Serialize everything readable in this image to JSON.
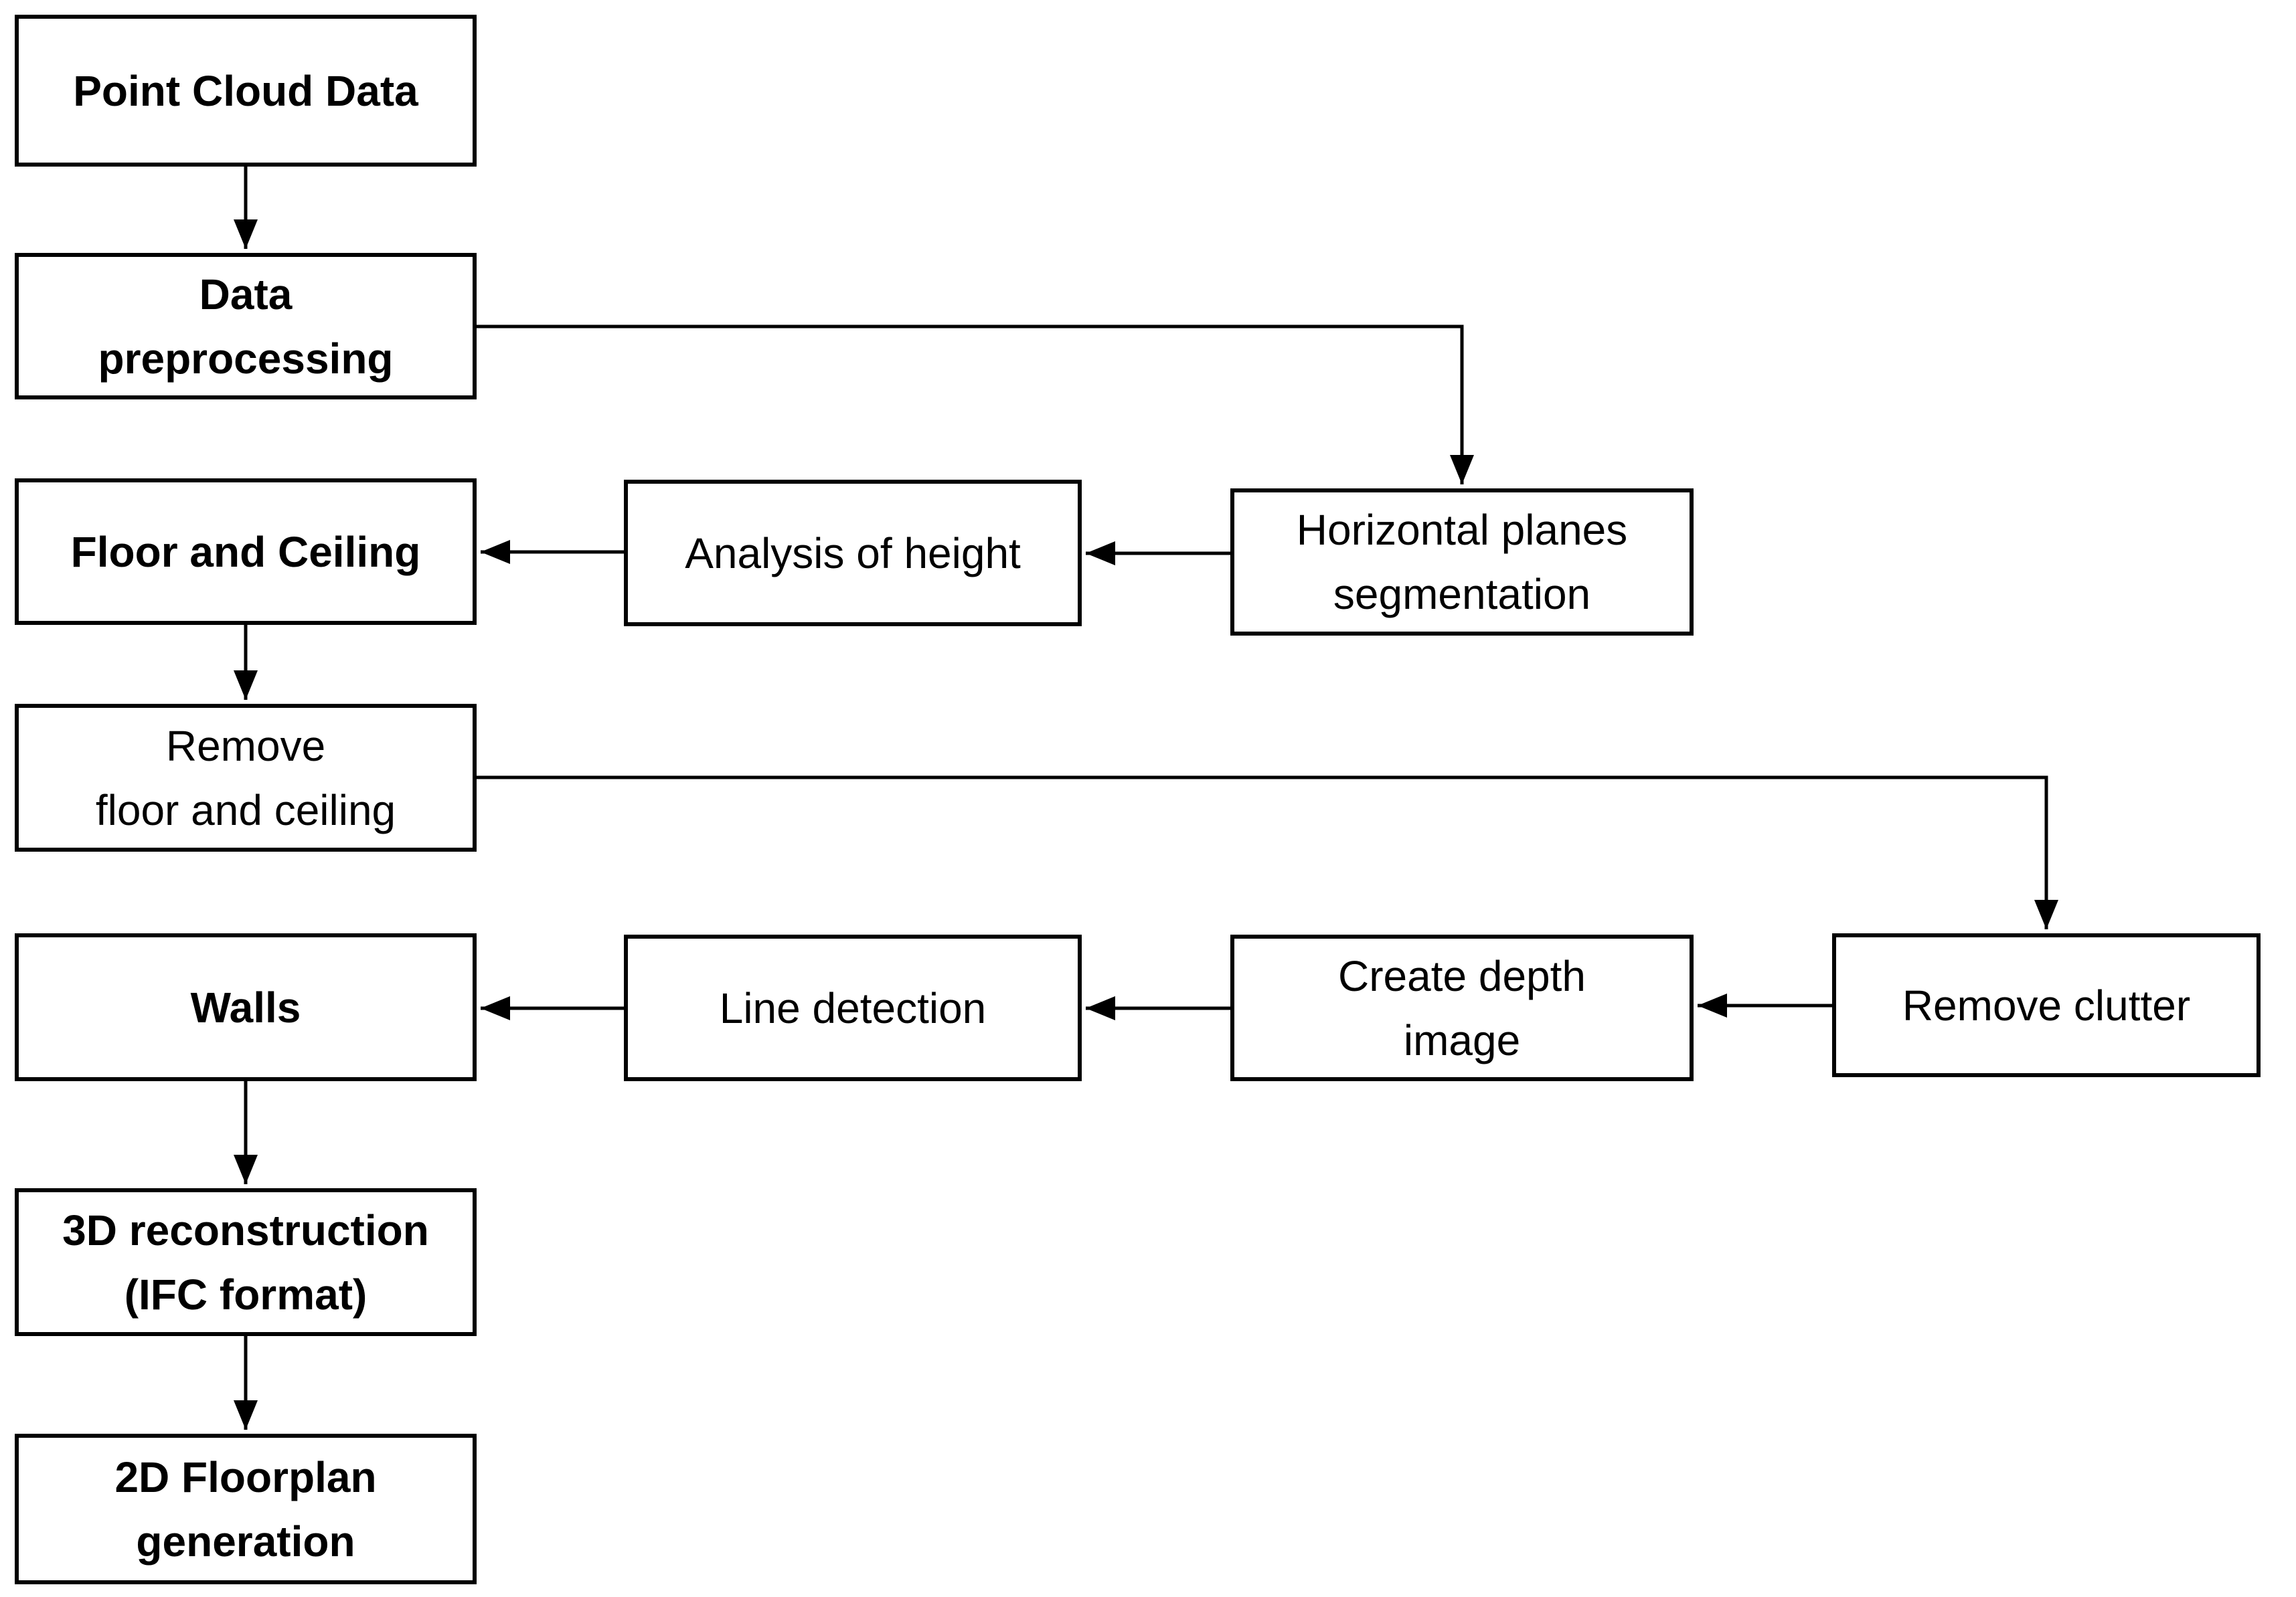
{
  "diagram": {
    "type": "flowchart",
    "background": "#ffffff",
    "box_fill": "#ffffff",
    "box_border_color": "#000000",
    "text_color": "#000000",
    "nodes": {
      "point_cloud_data": {
        "label": "Point Cloud Data",
        "emphasis": "bold"
      },
      "data_preprocessing": {
        "label": "Data\npreprocessing",
        "emphasis": "bold"
      },
      "horizontal_planes_segmentation": {
        "label": "Horizontal planes\nsegmentation",
        "emphasis": "regular"
      },
      "analysis_of_height": {
        "label": "Analysis of height",
        "emphasis": "regular"
      },
      "floor_and_ceiling": {
        "label": "Floor and Ceiling",
        "emphasis": "bold"
      },
      "remove_floor_and_ceiling": {
        "label": "Remove\nfloor and ceiling",
        "emphasis": "regular"
      },
      "remove_clutter": {
        "label": "Remove clutter",
        "emphasis": "regular"
      },
      "create_depth_image": {
        "label": "Create depth\nimage",
        "emphasis": "regular"
      },
      "line_detection": {
        "label": "Line detection",
        "emphasis": "regular"
      },
      "walls": {
        "label": "Walls",
        "emphasis": "bold"
      },
      "reconstruction_3d": {
        "label": "3D reconstruction\n(IFC format)",
        "emphasis": "bold"
      },
      "floorplan_2d": {
        "label": "2D Floorplan\ngeneration",
        "emphasis": "bold"
      }
    },
    "edges": [
      {
        "from": "point_cloud_data",
        "to": "data_preprocessing"
      },
      {
        "from": "data_preprocessing",
        "to": "horizontal_planes_segmentation"
      },
      {
        "from": "horizontal_planes_segmentation",
        "to": "analysis_of_height"
      },
      {
        "from": "analysis_of_height",
        "to": "floor_and_ceiling"
      },
      {
        "from": "floor_and_ceiling",
        "to": "remove_floor_and_ceiling"
      },
      {
        "from": "remove_floor_and_ceiling",
        "to": "remove_clutter"
      },
      {
        "from": "remove_clutter",
        "to": "create_depth_image"
      },
      {
        "from": "create_depth_image",
        "to": "line_detection"
      },
      {
        "from": "line_detection",
        "to": "walls"
      },
      {
        "from": "walls",
        "to": "reconstruction_3d"
      },
      {
        "from": "reconstruction_3d",
        "to": "floorplan_2d"
      }
    ]
  }
}
